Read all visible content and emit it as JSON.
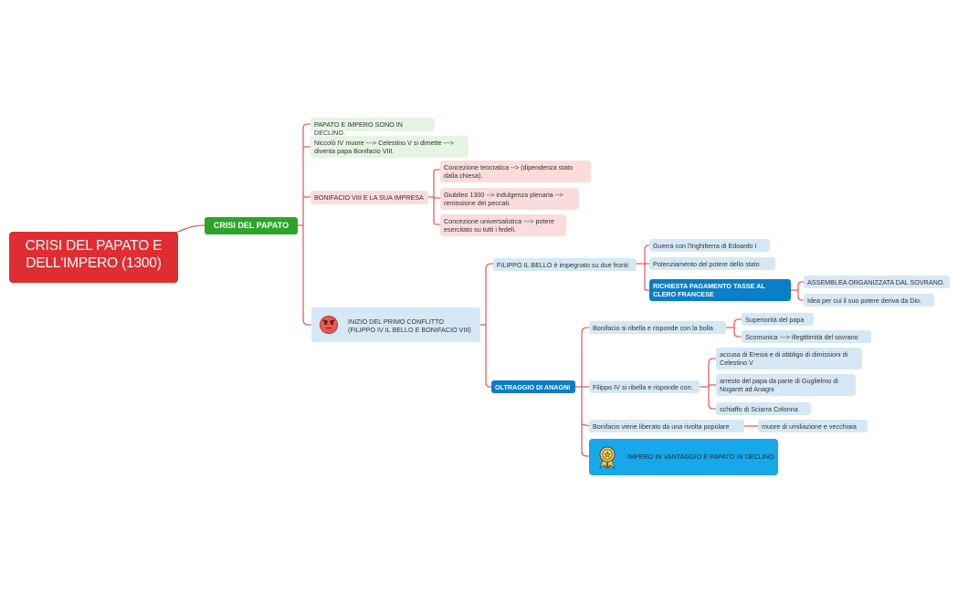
{
  "root": {
    "label_line1": "CRISI DEL PAPATO E",
    "label_line2": "DELL'IMPERO (1300)"
  },
  "main": {
    "label": "CRISI DEL PAPATO"
  },
  "nodes": {
    "papato_impero": "PAPATO E IMPERO SONO IN DECLINO.",
    "niccolo": "Niccolò IV muore ---> Celestino V si dimette ---> diventa papa Bonifacio VIII.",
    "bonifacio_impresa": "BONIFACIO VIII E LA SUA IMPRESA",
    "teocratica": "Concezione teocratica --> (dipendenza stato dalla chiesa).",
    "giubileo": "Giubileo 1300 --> indulgenza plenaria --> remissione dei peccati.",
    "universalistica": "Concezione universalistica ---> potere esercitato su tutti i fedeli.",
    "inizio_line1": "INIZIO DEL PRIMO CONFLITTO",
    "inizio_line2": "(FILIPPO IV IL BELLO E BONIFACIO VIII)",
    "filippo_fronti": "FILIPPO IL BELLO è impegnato su due fronti:",
    "guerra": "Guerra con l'Inghilterra di Edoardo I",
    "potenziamento": "Potenziamento del potere dello stato",
    "richiesta": "RICHIESTA PAGAMENTO TASSE AL CLERO FRANCESE",
    "assemblea": "ASSEMBLEA ORGANIZZATA DAL SOVRANO.",
    "idea": "Idea per cui il suo potere deriva da Dio.",
    "oltraggio": "OLTRAGGIO DI ANAGNI",
    "bonifacio_ribella": "Bonifacio si ribella e risponde con la bolla",
    "superiorita": "Superiorità del papa",
    "scomunica": "Scomunica ---> illegittimità del sovrano",
    "filippo_ribella": "Filippo IV si ribella e risponde con:",
    "accusa": "accusa di Eresia e di obbligo di dimissioni di Celestino V",
    "arresto": "arresto del papa da parte di Guglielmo di Nogaret ad Anagni",
    "schiaffo": "schiaffo di Sciarra Colonna",
    "liberato": "Bonifacio viene liberato da una rivolta popolare",
    "muore": "muore di umiliazione e vecchiaia",
    "impero_vantaggio": "IMPERO IN VANTAGGIO E PAPATO IN DECLINO"
  },
  "icons": {
    "angry": "angry-face-icon",
    "medal": "medal-icon"
  },
  "colors": {
    "root": "#e02d32",
    "main": "#2aa52a",
    "accent_blue": "#0a7ec8",
    "light_blue": "#16a8e8",
    "line": "#e0454a"
  }
}
